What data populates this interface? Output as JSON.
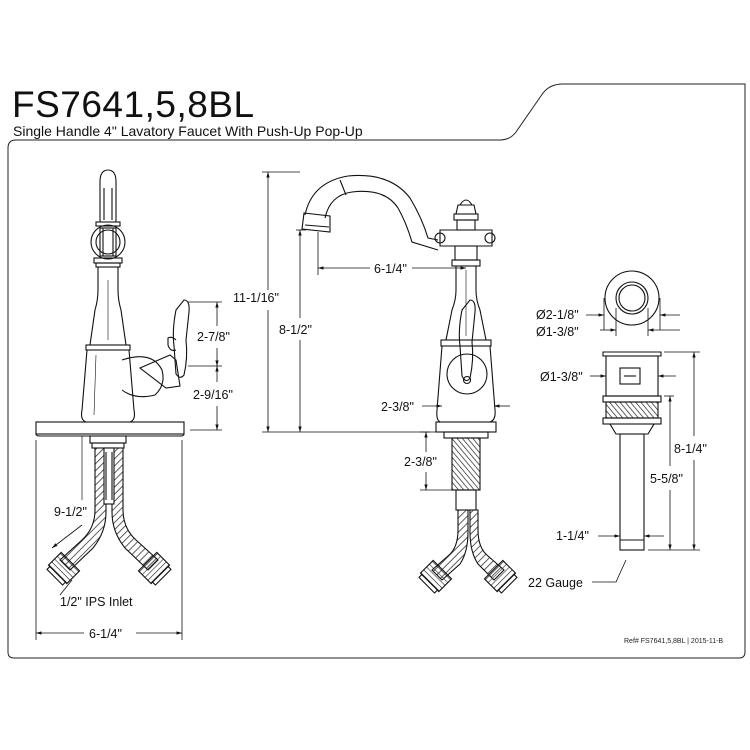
{
  "header": {
    "model": "FS7641,5,8BL",
    "description": "Single Handle 4\" Lavatory Faucet With Push-Up Pop-Up"
  },
  "left_view": {
    "dim_handle_upper": "2-7/8\"",
    "dim_handle_lower": "2-9/16\"",
    "dim_hose_length": "9-1/2\"",
    "inlet_label": "1/2\" IPS Inlet",
    "dim_base_width": "6-1/4\""
  },
  "side_view": {
    "dim_total_height": "11-1/16\"",
    "dim_spout_height": "8-1/2\"",
    "dim_spout_reach": "6-1/4\"",
    "dim_base_height": "2-3/8\"",
    "dim_shank_length": "2-3/8\""
  },
  "drain_view": {
    "dim_flange_dia": "2-1/8\"",
    "dim_inner_dia": "1-3/8\"",
    "dim_body_dia": "1-3/8\"",
    "dim_total_length": "8-1/4\"",
    "dim_tail_length": "5-5/8\"",
    "dim_tail_dia": "1-1/4\"",
    "gauge_label": "22 Gauge",
    "diameter_symbol": "Ø"
  },
  "footer": {
    "reference": "Ref# FS7641,5,8BL | 2015-11-B"
  }
}
